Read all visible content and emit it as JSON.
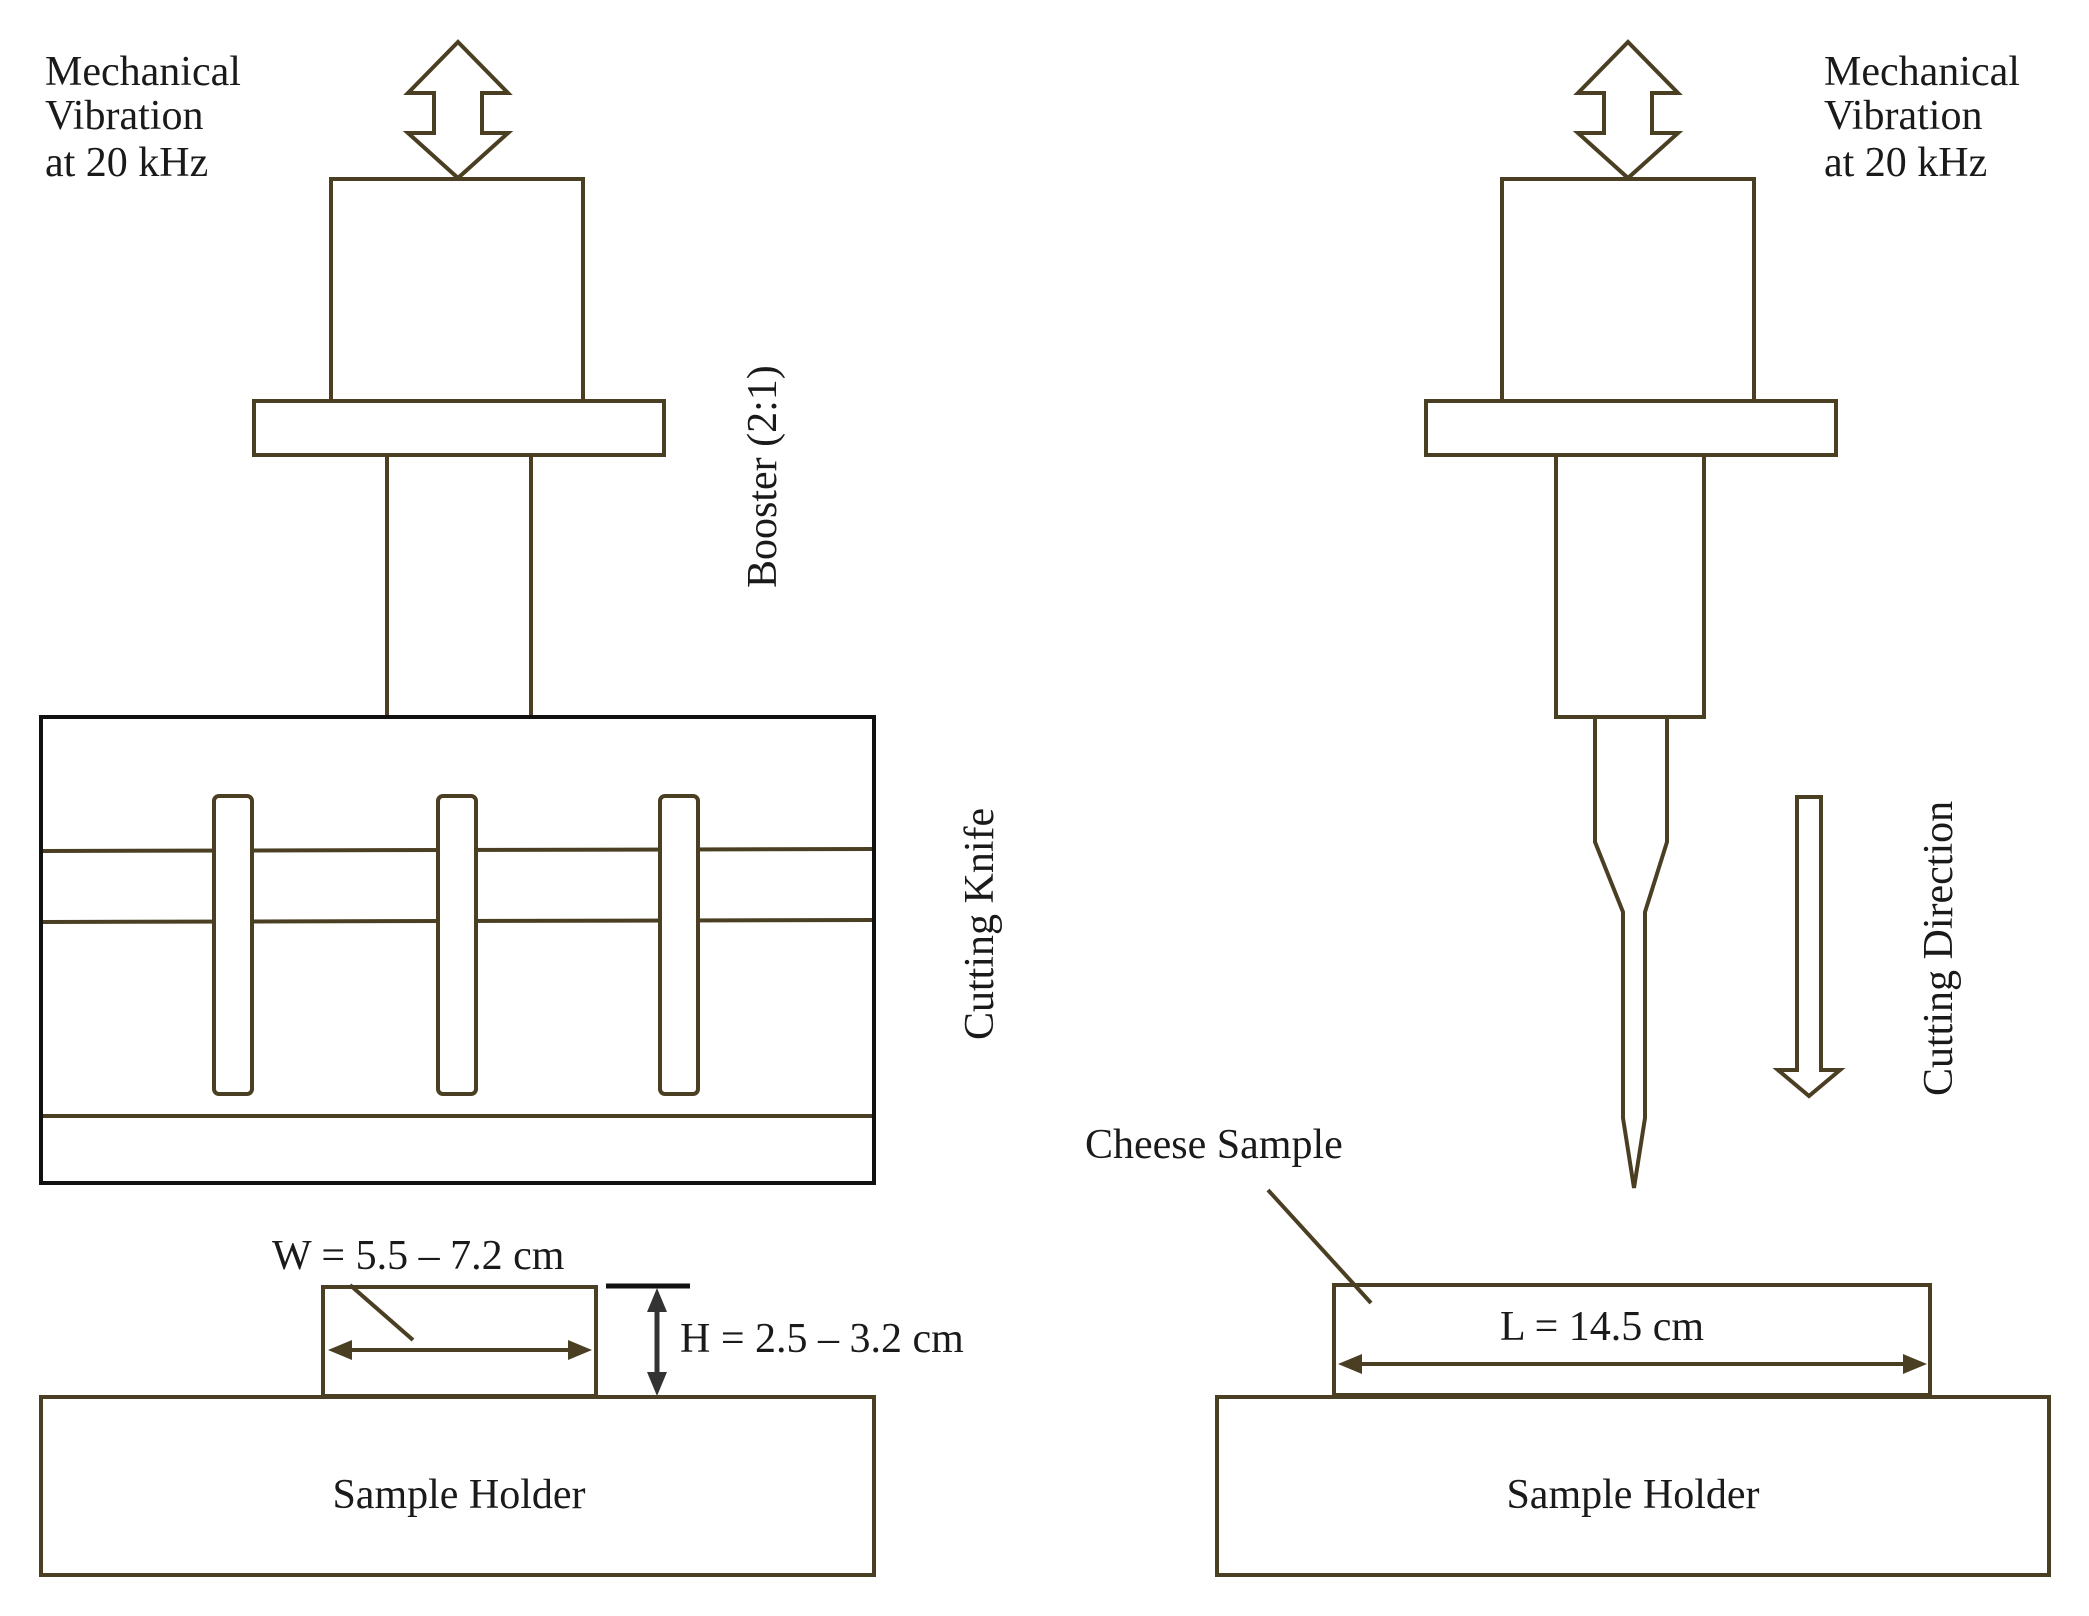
{
  "labels": {
    "vibration_left": [
      "Mechanical",
      "Vibration",
      "at 20 kHz"
    ],
    "vibration_right": [
      "Mechanical",
      "Vibration",
      "at 20 kHz"
    ],
    "booster": "Booster (2:1)",
    "cutting_knife": "Cutting Knife",
    "cutting_direction": "Cutting Direction",
    "cheese_sample": "Cheese Sample",
    "width": "W =  5.5 – 7.2 cm",
    "height": "H =  2.5 – 3.2 cm",
    "length": "L = 14.5 cm",
    "holder_left": "Sample Holder",
    "holder_right": "Sample Holder"
  },
  "colors": {
    "outline": "#4a3f22",
    "frame": "#111111",
    "text": "#1a1a1a"
  }
}
